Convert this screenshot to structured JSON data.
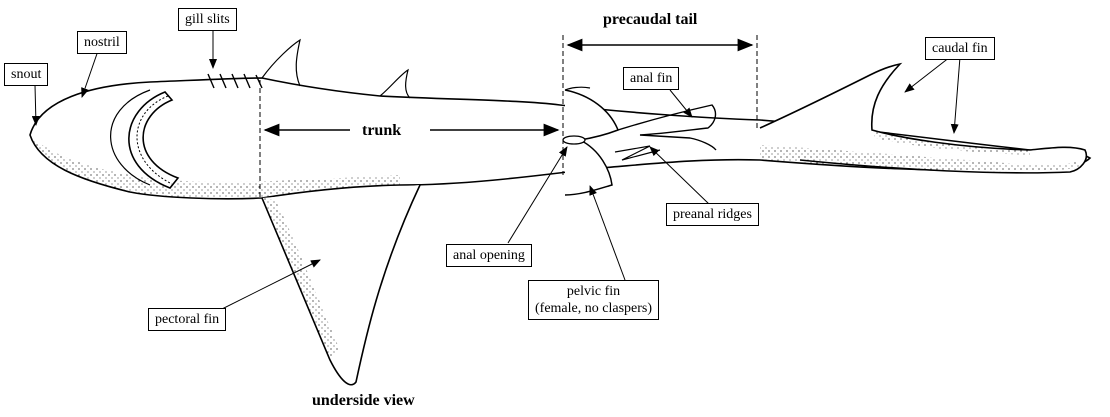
{
  "labels": {
    "snout": "snout",
    "nostril": "nostril",
    "gill_slits": "gill slits",
    "caudal_fin": "caudal fin",
    "anal_fin": "anal fin",
    "preanal_ridges": "preanal ridges",
    "anal_opening": "anal opening",
    "pelvic_fin_line1": "pelvic fin",
    "pelvic_fin_line2": "(female, no claspers)",
    "pectoral_fin": "pectoral fin"
  },
  "regions": {
    "precaudal_tail": "precaudal tail",
    "trunk": "trunk"
  },
  "caption": "underside view"
}
